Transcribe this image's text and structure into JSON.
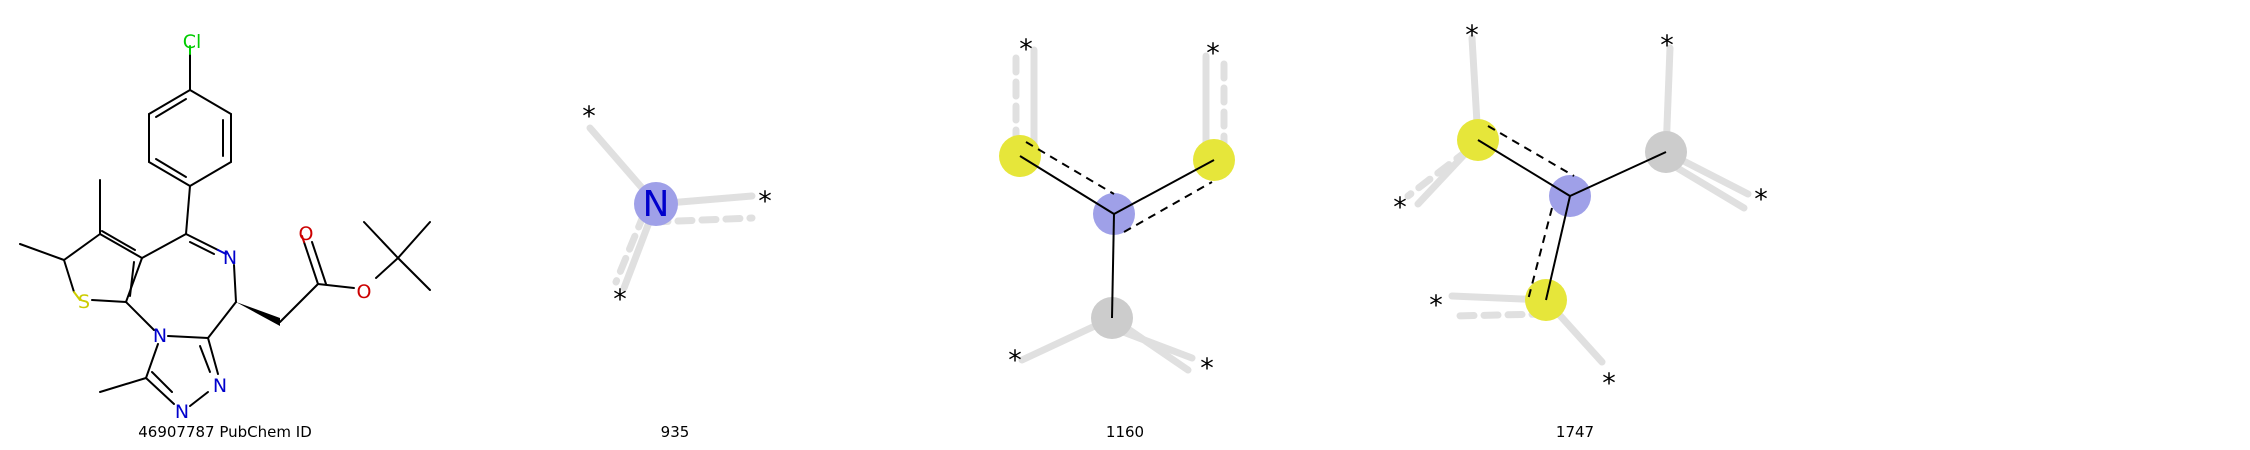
{
  "panels": [
    {
      "caption": "46907787 PubChem ID",
      "labels": {
        "cl": "Cl",
        "s": "S",
        "n1": "N",
        "n2": "N",
        "n3": "N",
        "n4": "N",
        "o1": "O",
        "o2": "O"
      }
    },
    {
      "caption": "935",
      "labels": {
        "center": "N",
        "d1": "*",
        "d2": "*",
        "d3": "*"
      }
    },
    {
      "caption": "1160",
      "labels": {
        "d1": "*",
        "d2": "*",
        "d3": "*",
        "d4": "*"
      }
    },
    {
      "caption": "1747",
      "labels": {
        "d1": "*",
        "d2": "*",
        "d3": "*",
        "d4": "*",
        "d5": "*",
        "d6": "*"
      }
    },
    {
      "caption": ""
    }
  ],
  "colors": {
    "nitrogen": "#0000cc",
    "oxygen": "#cc0000",
    "sulfur": "#cccc00",
    "chlorine": "#00cc00",
    "highlight_nitrogen": "#9fa0e8",
    "highlight_sulfur": "#e6e63a",
    "highlight_carbon": "#cccccc",
    "context_bond": "#e0e0e0"
  }
}
